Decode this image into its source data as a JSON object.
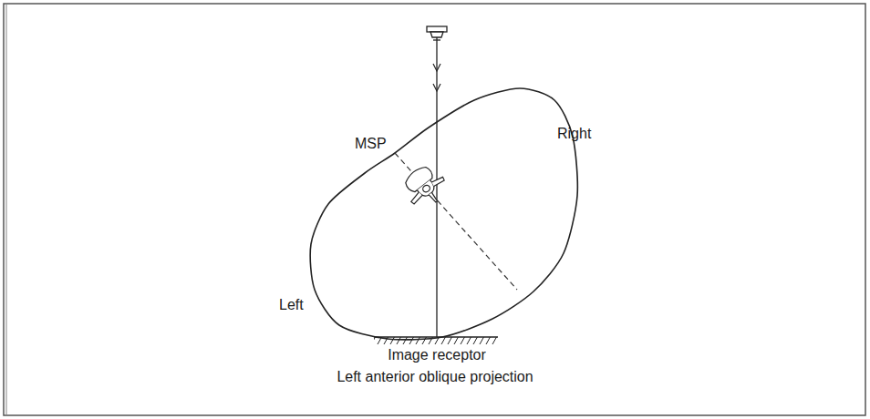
{
  "diagram": {
    "caption": "Left anterior oblique projection",
    "labels": [
      "MSP",
      "Right",
      "Left",
      "Image receptor"
    ]
  }
}
